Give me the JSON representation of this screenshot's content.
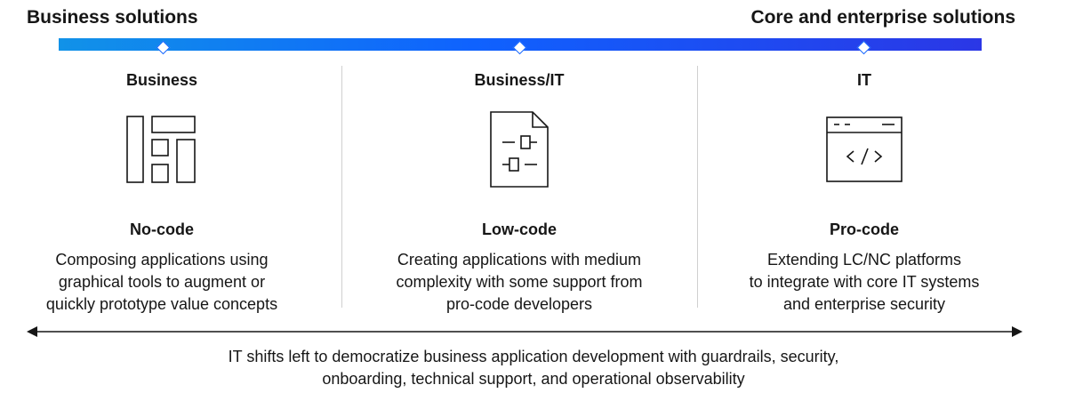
{
  "header": {
    "left_label": "Business solutions",
    "right_label": "Core and enterprise solutions",
    "colors": {
      "gradient_start": "#1192e8",
      "gradient_mid": "#0f62fe",
      "gradient_end": "#2b37e6",
      "text": "#161616"
    }
  },
  "columns": [
    {
      "heading": "Business",
      "icon": "layout-blocks-icon",
      "mode": "No-code",
      "description": "Composing applications using\ngraphical tools to augment or\nquickly prototype value concepts"
    },
    {
      "heading": "Business/IT",
      "icon": "document-flow-icon",
      "mode": "Low-code",
      "description": "Creating applications with medium\ncomplexity with some support from\npro-code developers"
    },
    {
      "heading": "IT",
      "icon": "code-window-icon",
      "mode": "Pro-code",
      "description": "Extending LC/NC platforms\nto integrate with core IT systems\nand enterprise security"
    }
  ],
  "footer": {
    "text": "IT shifts left to democratize business application development with guardrails, security,\nonboarding, technical support, and operational observability"
  }
}
